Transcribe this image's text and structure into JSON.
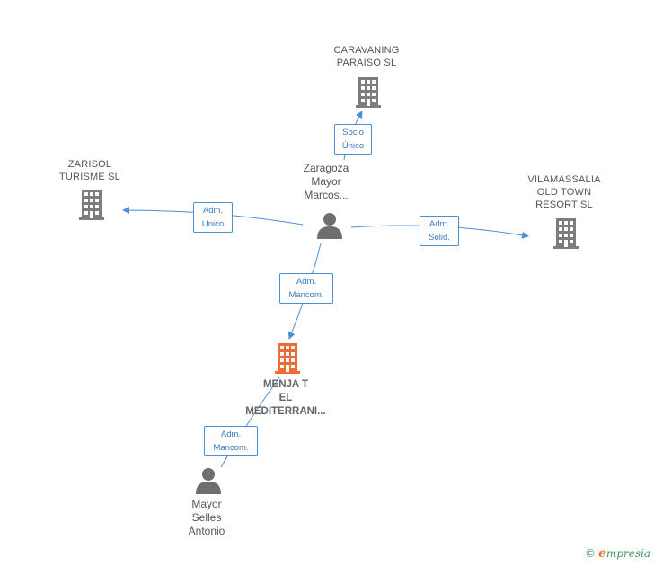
{
  "colors": {
    "edge": "#4a8fd6",
    "company_icon": "#7d7d7d",
    "main_company_icon": "#f06a35",
    "person_icon": "#6f6f6f"
  },
  "nodes": {
    "caravaning": {
      "line1": "CARAVANING",
      "line2": "PARAISO SL"
    },
    "zarisol": {
      "line1": "ZARISOL",
      "line2": "TURISME  SL"
    },
    "vilamassalia": {
      "line1": "VILAMASSALIA",
      "line2": "OLD TOWN",
      "line3": "RESORT  SL"
    },
    "zaragoza": {
      "line1": "Zaragoza",
      "line2": "Mayor",
      "line3": "Marcos..."
    },
    "menja": {
      "line1": "MENJA T",
      "line2": "EL",
      "line3": "MEDITERRANI..."
    },
    "mayor_selles": {
      "line1": "Mayor",
      "line2": "Selles",
      "line3": "Antonio"
    }
  },
  "relations": {
    "socio_unico": {
      "line1": "Socio",
      "line2": "Único"
    },
    "adm_unico": {
      "line1": "Adm.",
      "line2": "Unico"
    },
    "adm_solid": {
      "line1": "Adm.",
      "line2": "Solid."
    },
    "adm_mancom_1": {
      "line1": "Adm.",
      "line2": "Mancom."
    },
    "adm_mancom_2": {
      "line1": "Adm.",
      "line2": "Mancom."
    }
  },
  "footer": {
    "copyright": "©",
    "brand_initial": "e",
    "brand_rest": "mpresia"
  }
}
